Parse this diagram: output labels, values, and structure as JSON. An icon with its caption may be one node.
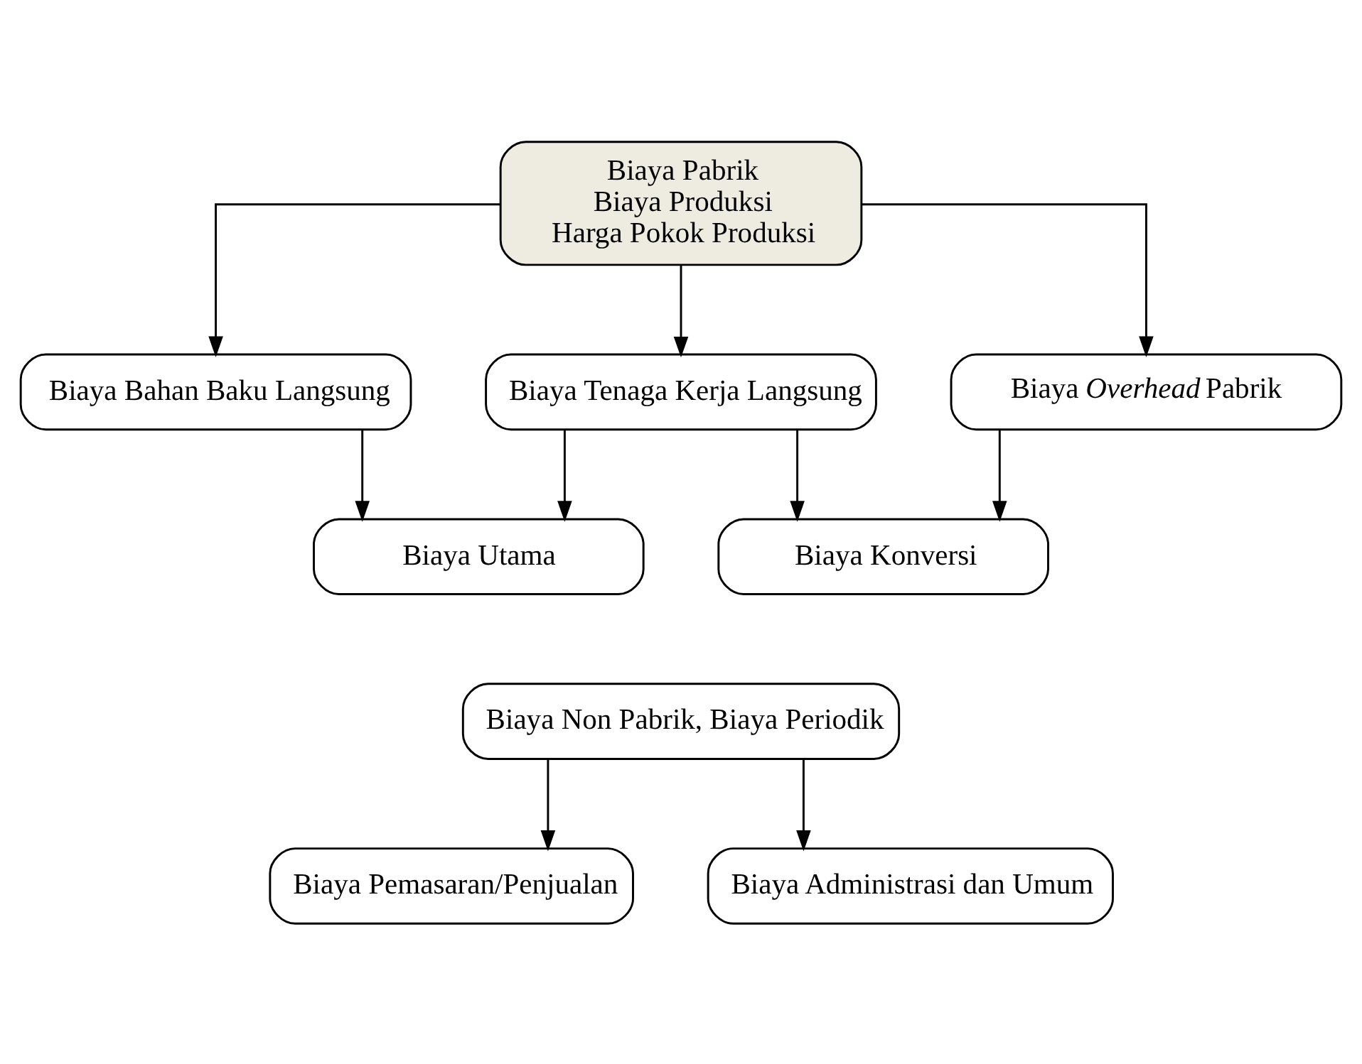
{
  "diagram": {
    "nodes": [
      {
        "text": [
          "Biaya Pabrik",
          "Biaya Produksi",
          "Harga Pokok Produksi"
        ]
      },
      {
        "text": [
          "Biaya Bahan Baku Langsung"
        ]
      },
      {
        "text": [
          "Biaya Tenaga Kerja Langsung"
        ]
      },
      {
        "text": [
          "Biaya *Overhead* Pabrik"
        ]
      },
      {
        "text": [
          "Biaya Utama"
        ]
      },
      {
        "text": [
          "Biaya Konversi"
        ]
      },
      {
        "text": [
          "Biaya Non Pabrik, Biaya Periodik"
        ]
      },
      {
        "text": [
          "Biaya Pemasaran/Penjualan"
        ]
      },
      {
        "text": [
          "Biaya Administrasi dan Umum"
        ]
      }
    ],
    "edges": [
      {
        "from": 0,
        "to": 1,
        "arrow": "to"
      },
      {
        "from": 0,
        "to": 2,
        "arrow": "to"
      },
      {
        "from": 0,
        "to": 3,
        "arrow": "to"
      },
      {
        "from": 1,
        "to": 4,
        "arrow": "to"
      },
      {
        "from": 2,
        "to": 4,
        "arrow": "to"
      },
      {
        "from": 2,
        "to": 5,
        "arrow": "to"
      },
      {
        "from": 3,
        "to": 5,
        "arrow": "to"
      },
      {
        "from": 6,
        "to": 7,
        "arrow": "to"
      },
      {
        "from": 6,
        "to": 8,
        "arrow": "to"
      }
    ]
  }
}
